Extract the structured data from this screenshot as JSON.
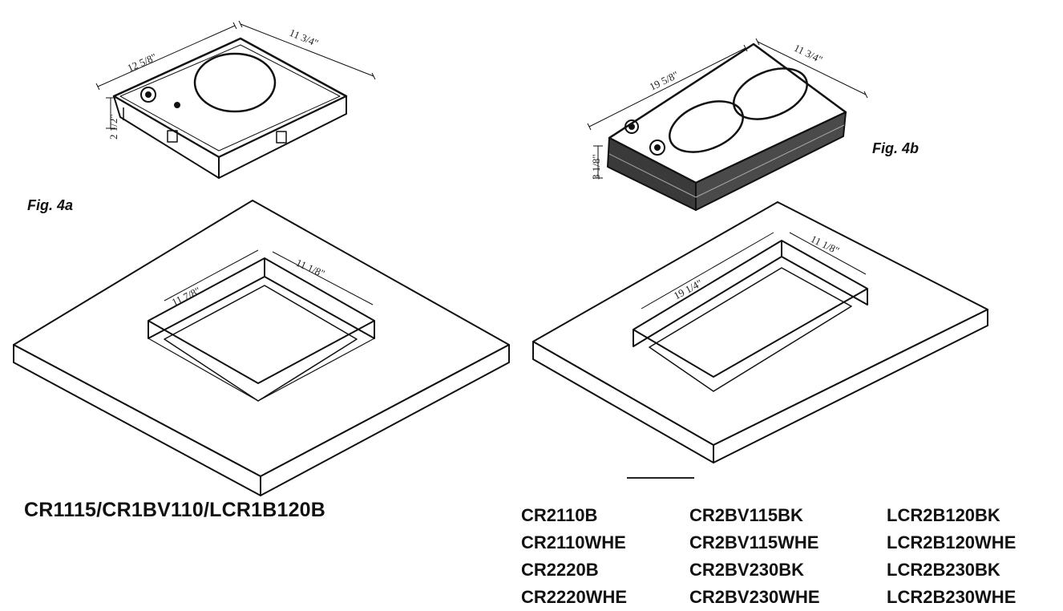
{
  "fig_4a": {
    "label": "Fig. 4a",
    "cooktop_dims": {
      "width": "12 5/8\"",
      "depth": "11 3/4\"",
      "height": "2 1/2\""
    },
    "cutout_dims": {
      "width": "11 7/8\"",
      "depth": "11 1/8\""
    },
    "models": "CR1115/CR1BV110/LCR1B120B"
  },
  "fig_4b": {
    "label": "Fig. 4b",
    "cooktop_dims": {
      "width": "19 5/8\"",
      "depth": "11 3/4\"",
      "height": "3 1/8\""
    },
    "cutout_dims": {
      "width": "19 1/4\"",
      "depth": "11 1/8\""
    },
    "model_columns": [
      [
        "CR2110B",
        "CR2110WHE",
        "CR2220B",
        "CR2220WHE"
      ],
      [
        "CR2BV115BK",
        "CR2BV115WHE",
        "CR2BV230BK",
        "CR2BV230WHE"
      ],
      [
        "LCR2B120BK",
        "LCR2B120WHE",
        "LCR2B230BK",
        "LCR2B230WHE"
      ]
    ]
  }
}
